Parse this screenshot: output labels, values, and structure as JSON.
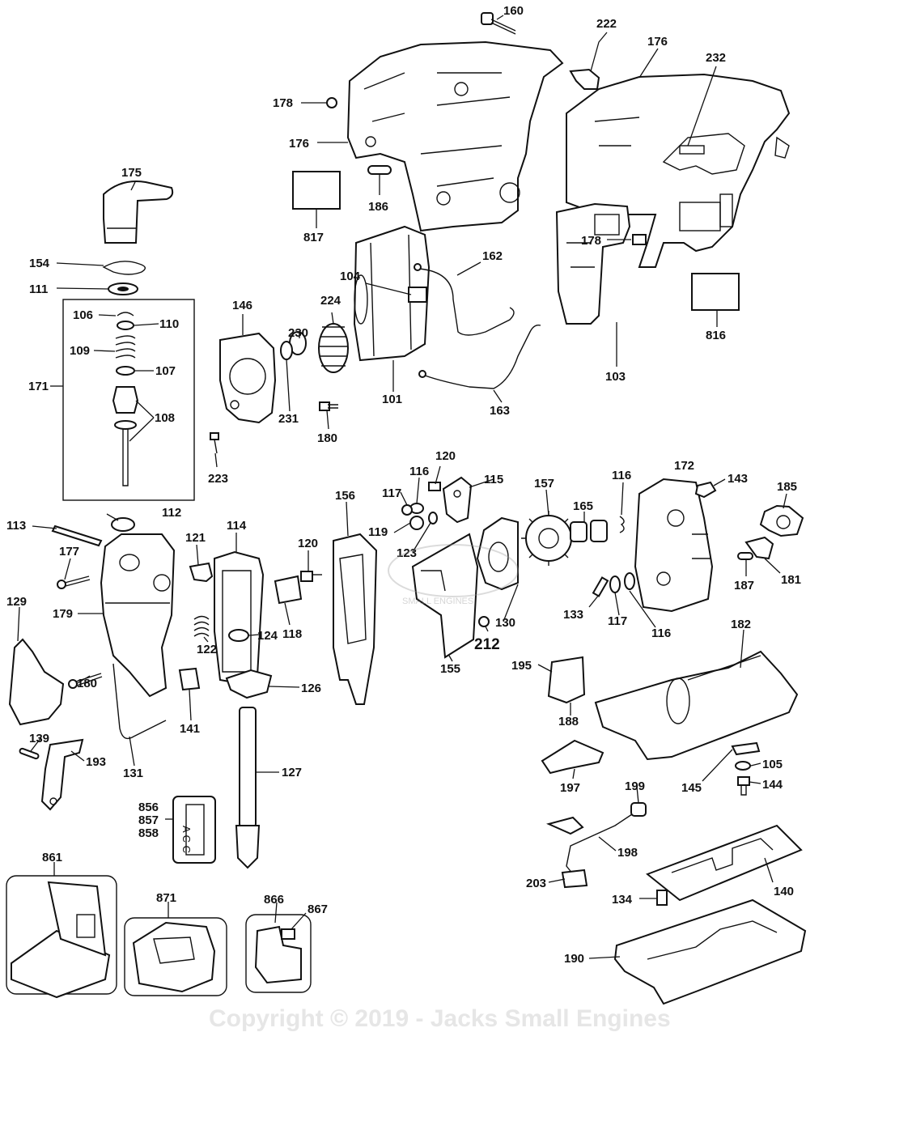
{
  "watermark": "Copyright © 2019 - Jacks Small Engines",
  "logo_text": "SMALL ENGINES",
  "kit_label": "A C C",
  "labels": {
    "p160": "160",
    "p222": "222",
    "p176a": "176",
    "p232": "232",
    "p178a": "178",
    "p176b": "176",
    "p186": "186",
    "p817": "817",
    "p178b": "178",
    "p175": "175",
    "p154": "154",
    "p111": "111",
    "p106": "106",
    "p110": "110",
    "p109": "109",
    "p107": "107",
    "p171": "171",
    "p108": "108",
    "p146": "146",
    "p104": "104",
    "p162": "162",
    "p224": "224",
    "p230": "230",
    "p231": "231",
    "p101": "101",
    "p180a": "180",
    "p163": "163",
    "p103": "103",
    "p816": "816",
    "p223": "223",
    "p120a": "120",
    "p116a": "116",
    "p117a": "117",
    "p115": "115",
    "p157": "157",
    "p116b": "116",
    "p172": "172",
    "p143": "143",
    "p185": "185",
    "p156": "156",
    "p119": "119",
    "p123": "123",
    "p165": "165",
    "p187": "187",
    "p181": "181",
    "p113": "113",
    "p112": "112",
    "p121": "121",
    "p114": "114",
    "p120b": "120",
    "p177": "177",
    "p179": "179",
    "p118": "118",
    "p133": "133",
    "p117b": "117",
    "p116c": "116",
    "p130": "130",
    "p212": "212",
    "p155": "155",
    "p129": "129",
    "p122": "122",
    "p124": "124",
    "p180b": "180",
    "p126": "126",
    "p195": "195",
    "p182": "182",
    "p141": "141",
    "p188": "188",
    "p139": "139",
    "p193": "193",
    "p131": "131",
    "p127": "127",
    "p105": "105",
    "p197": "197",
    "p145": "145",
    "p144": "144",
    "p199": "199",
    "p856": "856",
    "p857": "857",
    "p858": "858",
    "p198": "198",
    "p861": "861",
    "p871": "871",
    "p866": "866",
    "p867": "867",
    "p203": "203",
    "p134": "134",
    "p140": "140",
    "p190": "190"
  }
}
